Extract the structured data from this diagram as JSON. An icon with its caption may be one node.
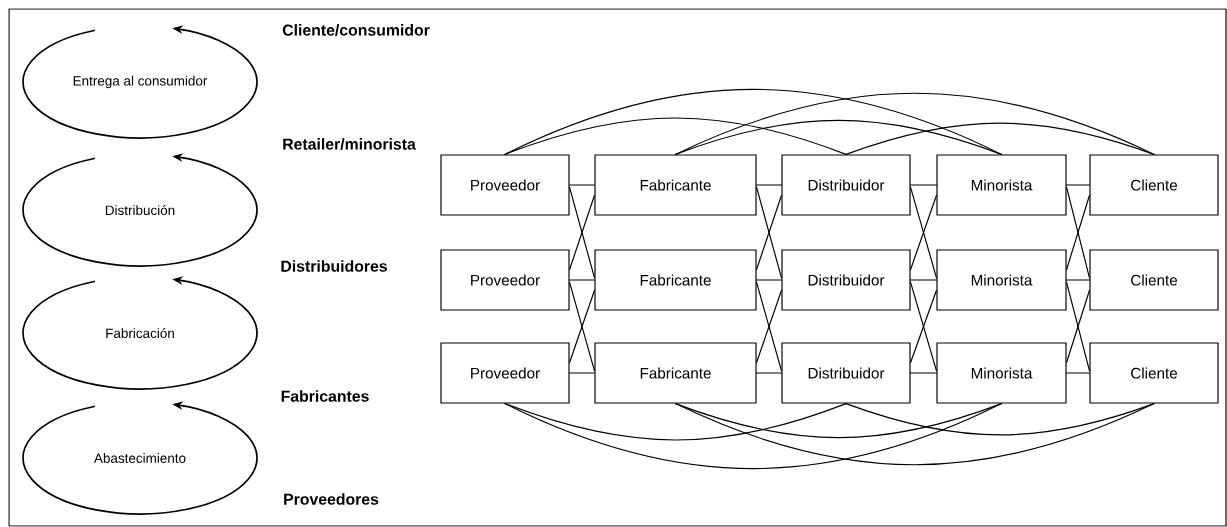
{
  "diagram": {
    "nodes": [
      {
        "text": [
          "Entrega al consumidor"
        ]
      },
      {
        "text": [
          "Distribución"
        ]
      },
      {
        "text": [
          "Fabricación"
        ]
      },
      {
        "text": [
          "Abastecimiento"
        ]
      },
      {
        "text": [
          "Proveedor"
        ]
      },
      {
        "text": [
          "Fabricante"
        ]
      },
      {
        "text": [
          "Distribuidor"
        ]
      },
      {
        "text": [
          "Minorista"
        ]
      },
      {
        "text": [
          "Cliente"
        ]
      },
      {
        "text": [
          "Proveedor"
        ]
      },
      {
        "text": [
          "Fabricante"
        ]
      },
      {
        "text": [
          "Distribuidor"
        ]
      },
      {
        "text": [
          "Minorista"
        ]
      },
      {
        "text": [
          "Cliente"
        ]
      },
      {
        "text": [
          "Proveedor"
        ]
      },
      {
        "text": [
          "Fabricante"
        ]
      },
      {
        "text": [
          "Distribuidor"
        ]
      },
      {
        "text": [
          "Minorista"
        ]
      },
      {
        "text": [
          "Cliente"
        ]
      }
    ],
    "edges": [
      {
        "from": 4,
        "to": 5,
        "arrow": "none"
      },
      {
        "from": 4,
        "to": 10,
        "arrow": "none"
      },
      {
        "from": 9,
        "to": 5,
        "arrow": "none"
      },
      {
        "from": 9,
        "to": 10,
        "arrow": "none"
      },
      {
        "from": 9,
        "to": 15,
        "arrow": "none"
      },
      {
        "from": 14,
        "to": 10,
        "arrow": "none"
      },
      {
        "from": 14,
        "to": 15,
        "arrow": "none"
      },
      {
        "from": 5,
        "to": 6,
        "arrow": "none"
      },
      {
        "from": 5,
        "to": 11,
        "arrow": "none"
      },
      {
        "from": 10,
        "to": 6,
        "arrow": "none"
      },
      {
        "from": 10,
        "to": 11,
        "arrow": "none"
      },
      {
        "from": 10,
        "to": 16,
        "arrow": "none"
      },
      {
        "from": 15,
        "to": 11,
        "arrow": "none"
      },
      {
        "from": 15,
        "to": 16,
        "arrow": "none"
      },
      {
        "from": 6,
        "to": 7,
        "arrow": "none"
      },
      {
        "from": 6,
        "to": 12,
        "arrow": "none"
      },
      {
        "from": 11,
        "to": 7,
        "arrow": "none"
      },
      {
        "from": 11,
        "to": 12,
        "arrow": "none"
      },
      {
        "from": 11,
        "to": 17,
        "arrow": "none"
      },
      {
        "from": 16,
        "to": 12,
        "arrow": "none"
      },
      {
        "from": 16,
        "to": 17,
        "arrow": "none"
      },
      {
        "from": 7,
        "to": 8,
        "arrow": "none"
      },
      {
        "from": 7,
        "to": 13,
        "arrow": "none"
      },
      {
        "from": 12,
        "to": 8,
        "arrow": "none"
      },
      {
        "from": 12,
        "to": 13,
        "arrow": "none"
      },
      {
        "from": 12,
        "to": 18,
        "arrow": "none"
      },
      {
        "from": 17,
        "to": 13,
        "arrow": "none"
      },
      {
        "from": 17,
        "to": 18,
        "arrow": "none"
      },
      {
        "from": 4,
        "to": 6,
        "arrow": "none"
      },
      {
        "from": 4,
        "to": 7,
        "arrow": "none"
      },
      {
        "from": 5,
        "to": 7,
        "arrow": "none"
      },
      {
        "from": 5,
        "to": 8,
        "arrow": "none"
      },
      {
        "from": 6,
        "to": 8,
        "arrow": "none"
      },
      {
        "from": 14,
        "to": 16,
        "arrow": "none"
      },
      {
        "from": 14,
        "to": 17,
        "arrow": "none"
      },
      {
        "from": 15,
        "to": 17,
        "arrow": "none"
      },
      {
        "from": 15,
        "to": 18,
        "arrow": "none"
      },
      {
        "from": 16,
        "to": 18,
        "arrow": "none"
      }
    ],
    "labels": [
      "Cliente/consumidor",
      "Retailer/minorista",
      "Distribuidores",
      "Fabricantes",
      "Proveedores"
    ]
  }
}
